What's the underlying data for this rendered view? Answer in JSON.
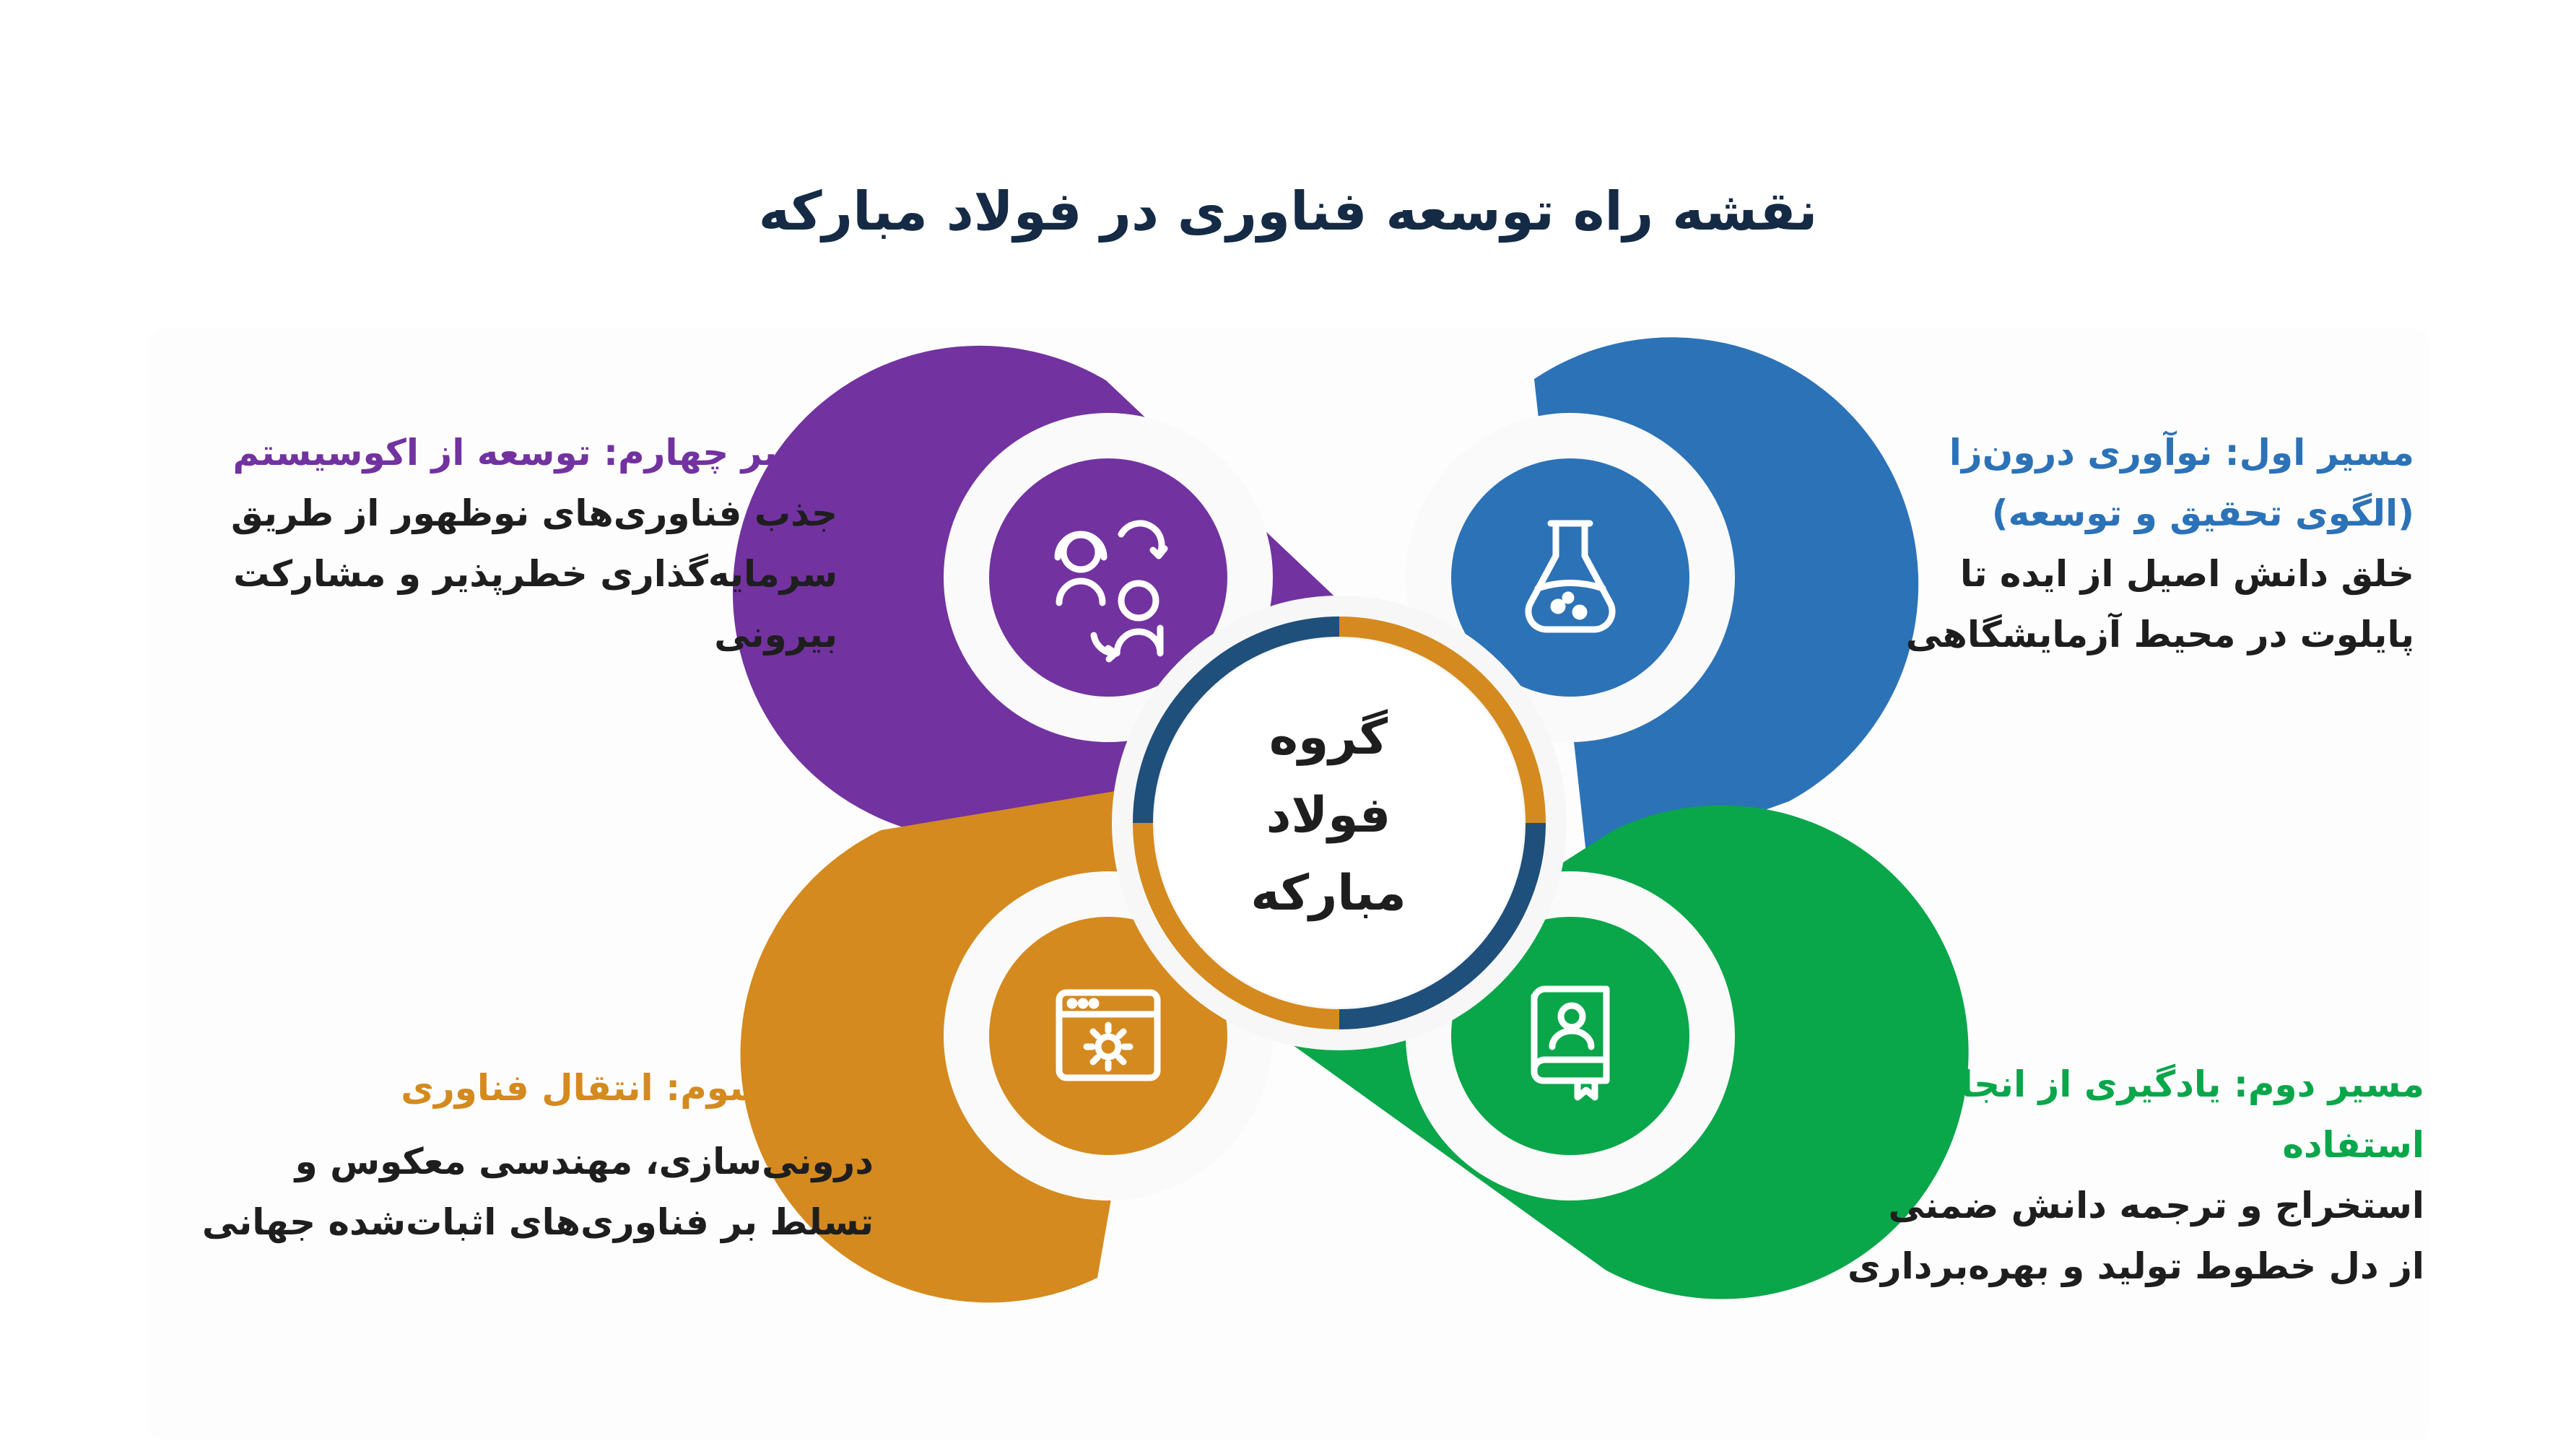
{
  "title": "نقشه راه توسعه فناوری در فولاد مبارکه",
  "center": {
    "line1": "گروه فولاد",
    "line2": "مبارکه"
  },
  "paths": [
    {
      "id": "first",
      "color": "#2c72b7",
      "icon": "flask-icon",
      "heading": [
        "مسیر اول: نوآوری درون‌زا",
        "(الگوی تحقیق و توسعه)"
      ],
      "body": [
        "خلق دانش اصیل از ایده تا",
        "پایلوت در محیط آزمایشگاهی"
      ]
    },
    {
      "id": "second",
      "color": "#0aa64a",
      "icon": "book-icon",
      "heading": [
        "مسیر دوم: یادگیری از انجام و",
        "استفاده"
      ],
      "body": [
        "استخراج و ترجمه دانش ضمنی",
        "از دل خطوط تولید و بهره‌برداری"
      ]
    },
    {
      "id": "third",
      "color": "#d48a1e",
      "icon": "gear-window-icon",
      "heading": [
        "مسیر سوم: انتقال فناوری"
      ],
      "body": [
        "درونی‌سازی، مهندسی معکوس و",
        "تسلط بر فناوری‌های اثبات‌شده جهانی"
      ]
    },
    {
      "id": "fourth",
      "color": "#7232a0",
      "icon": "people-exchange-icon",
      "heading": [
        "مسیر چهارم: توسعه از اکوسیستم"
      ],
      "body": [
        "جذب فناوری‌های نوظهور از طریق",
        "سرمایه‌گذاری خطرپذیر و مشارکت",
        "بیرونی"
      ]
    }
  ]
}
